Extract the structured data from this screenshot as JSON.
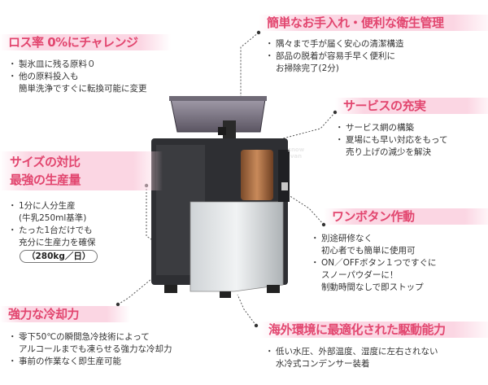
{
  "callouts": {
    "loss": {
      "title": "ロス率 0%にチャレンジ",
      "items": [
        [
          "製氷皿に残る原料０"
        ],
        [
          "他の原料投入も",
          "簡単洗浄ですぐに転換可能に変更"
        ]
      ]
    },
    "clean": {
      "title": "簡単なお手入れ・便利な衛生管理",
      "items": [
        [
          "隅々まで手が届く安心の清潔構造"
        ],
        [
          "部品の脱着が容易手早く便利に",
          "お掃除完了(2分)"
        ]
      ]
    },
    "service": {
      "title": "サービスの充実",
      "items": [
        [
          "サービス網の構築"
        ],
        [
          "夏場にも早い対応をもって",
          "売り上げの減少を解決"
        ]
      ]
    },
    "size": {
      "title_line1": "サイズの対比",
      "title_line2": "最強の生産量",
      "items": [
        [
          "1分に人分生産",
          "(牛乳250ml基準)"
        ],
        [
          "たった1台だけでも",
          "充分に生産力を確保"
        ]
      ],
      "badge": "（280kg／日）"
    },
    "onebutton": {
      "title": "ワンボタン作動",
      "items": [
        [
          "別途研修なく",
          "初心者でも簡単に使用可"
        ],
        [
          "ON／OFFボタン１つですぐに",
          "スノーパウダーに！",
          "制動時間なしで即ストップ"
        ]
      ]
    },
    "cooling": {
      "title": "強力な冷却力",
      "items": [
        [
          "零下50℃の瞬間急冷技術によって",
          "アルコールまでも凍らせる強力な冷却力"
        ],
        [
          "事前の作業なく即生産可能"
        ]
      ]
    },
    "overseas": {
      "title": "海外環境に最適化された駆動能力",
      "items": [
        [
          "低い水圧、外部温度、湿度に左右されない",
          "水冷式コンデンサー装着"
        ]
      ]
    }
  },
  "machine": {
    "logo_line1": "snow",
    "logo_line2": "van"
  },
  "colors": {
    "heading_text": "#e2466f",
    "heading_band": "#fbd6e3",
    "leader_dot": "#333333"
  }
}
